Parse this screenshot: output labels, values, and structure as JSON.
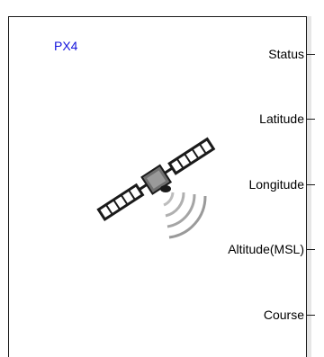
{
  "block": {
    "name": "PX4",
    "icon": "satellite-icon"
  },
  "ports": [
    {
      "label": "Status"
    },
    {
      "label": "Latitude"
    },
    {
      "label": "Longitude"
    },
    {
      "label": "Altitude(MSL)"
    },
    {
      "label": "Course"
    }
  ],
  "colors": {
    "name_text": "#1414dc",
    "border": "#1a1a1a"
  }
}
